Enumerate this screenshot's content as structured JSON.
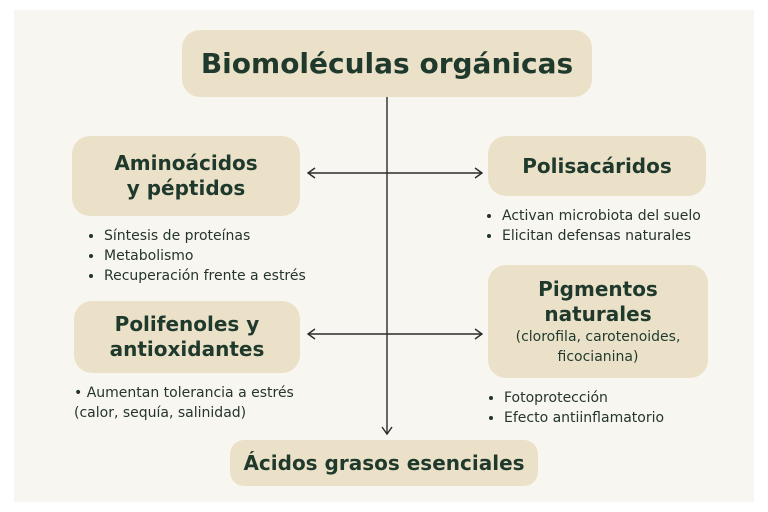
{
  "title": "Biomoléculas orgánicas",
  "nodes": {
    "aminoacidos": {
      "title_line1": "Aminoácidos",
      "title_line2": "y péptidos",
      "bullets": [
        "Síntesis de proteínas",
        "Metabolismo",
        "Recuperación frente a estrés"
      ]
    },
    "polisacaridos": {
      "title": "Polisacáridos",
      "bullets": [
        "Activan microbiota del suelo",
        "Elicitan defensas naturales"
      ]
    },
    "polifenoles": {
      "title_line1": "Polifenoles y",
      "title_line2": "antioxidantes",
      "bullets": [
        "Aumentan tolerancia a estrés",
        "(calor, sequía, salinidad)"
      ]
    },
    "pigmentos": {
      "title_line1": "Pigmentos",
      "title_line2": "naturales",
      "subtitle_line1": "(clorofila, carotenoides,",
      "subtitle_line2": "ficocianina)",
      "bullets": [
        "Fotoprotección",
        "Efecto antiinflamatorio"
      ]
    },
    "acidos": {
      "title": "Ácidos grasos esenciales"
    }
  },
  "colors": {
    "box": "#ebe1c8",
    "text": "#1f3a2d",
    "line": "#2b2b2b"
  }
}
